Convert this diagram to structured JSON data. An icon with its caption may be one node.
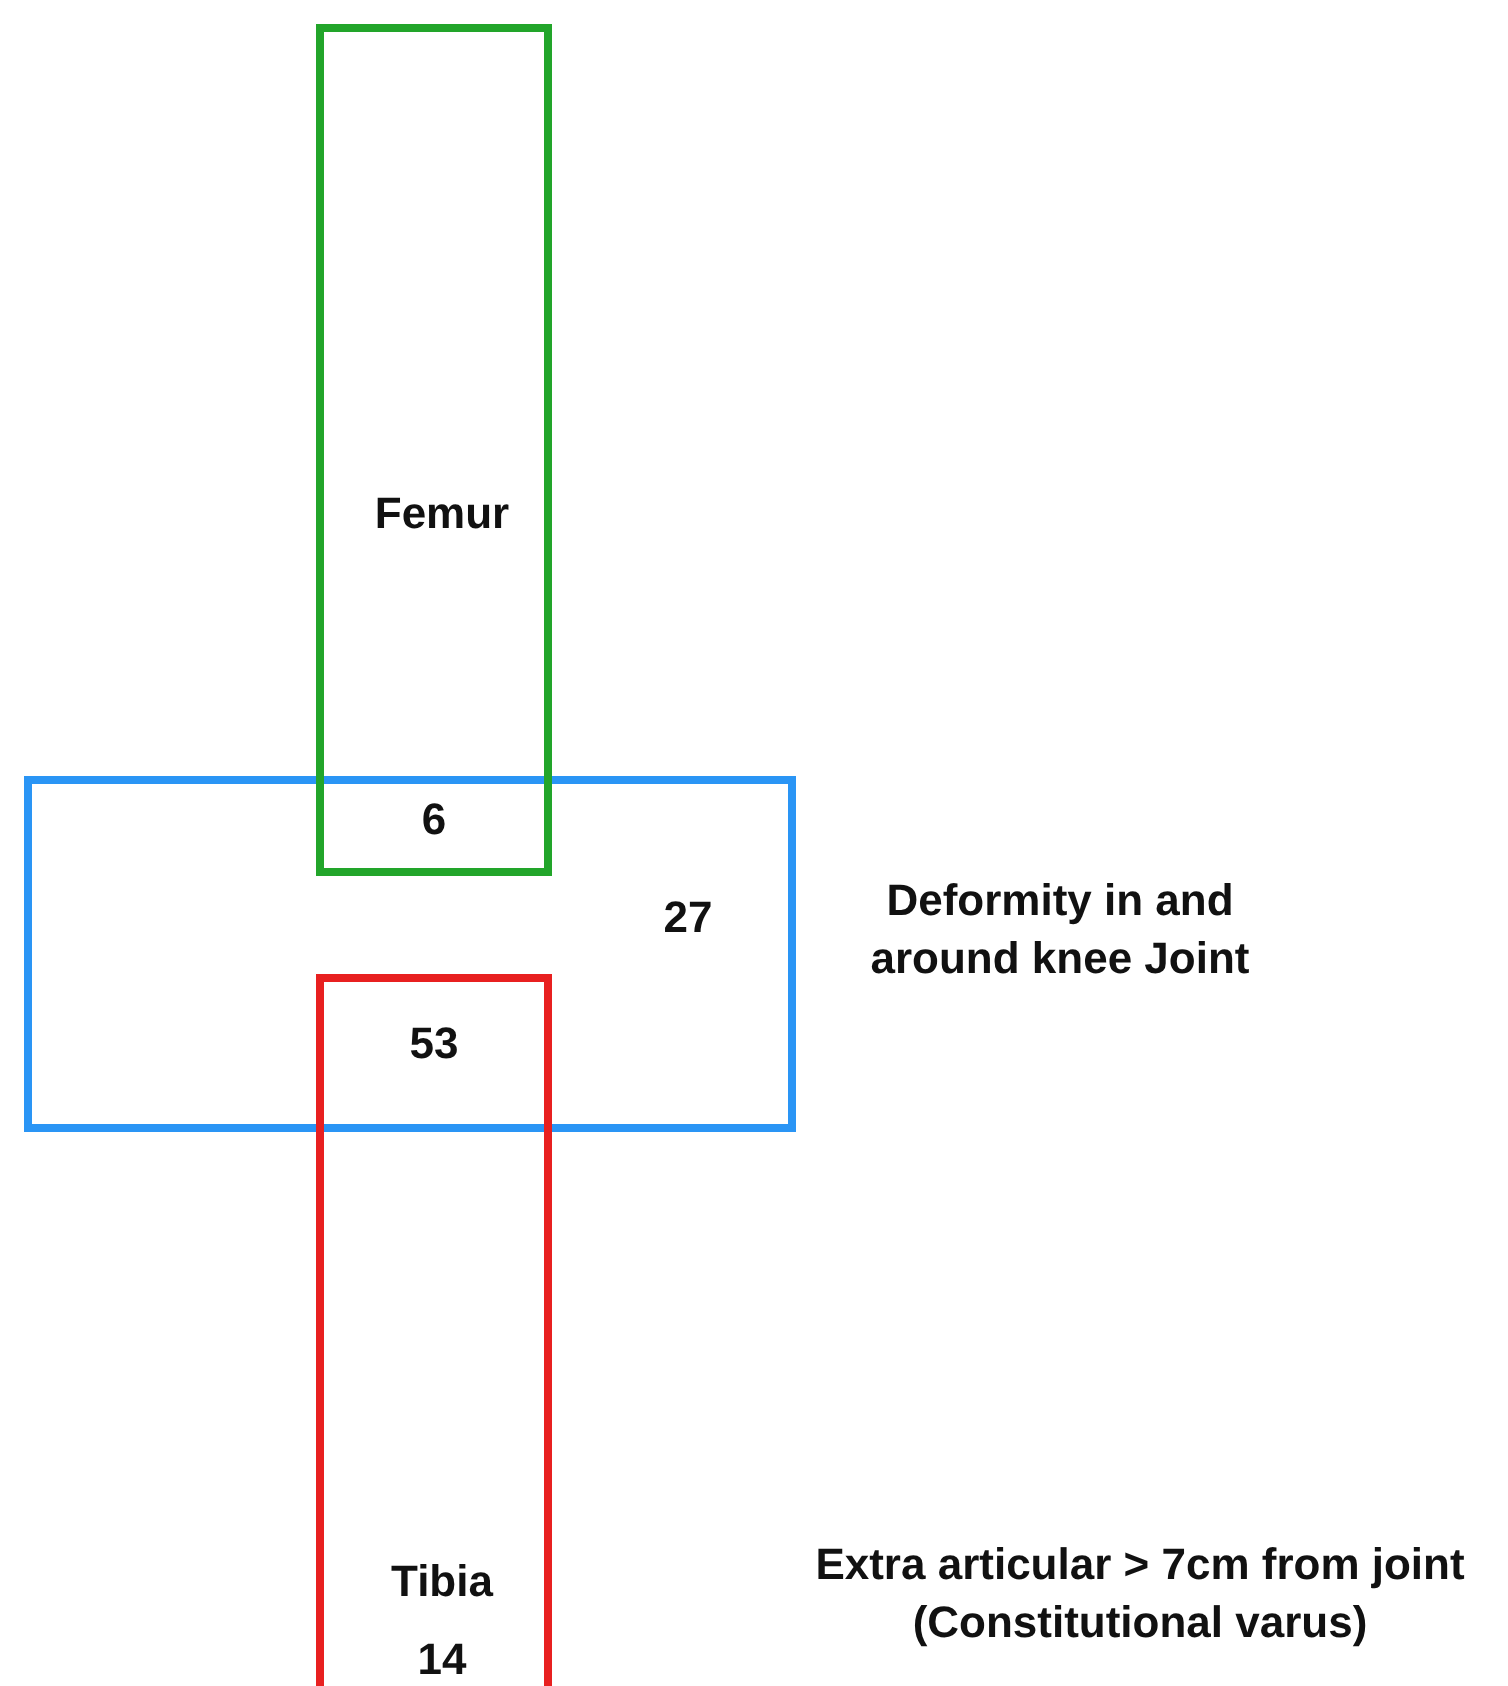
{
  "diagram": {
    "nodes": [
      {
        "text": [
          "Femur"
        ]
      },
      {
        "text": [
          "27"
        ],
        "beside": [
          "Deformity in and around knee Joint"
        ]
      },
      {
        "text": [
          "Tibia",
          "14"
        ]
      }
    ],
    "labels": [
      "6",
      "53",
      "Extra articular > 7cm from joint (Constitutional varus)"
    ]
  }
}
